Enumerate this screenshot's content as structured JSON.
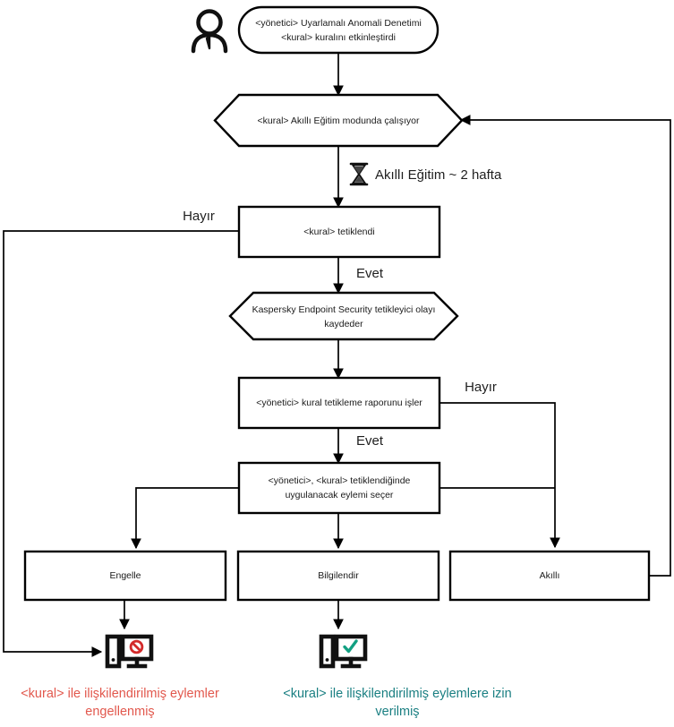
{
  "diagram": {
    "title": "Adaptive Anomaly Control rule workflow",
    "actor_icon": "person-icon",
    "nodes": [
      {
        "id": "start",
        "shape": "rounded",
        "lines": [
          "<yönetici> Uyarlamalı Anomali Denetimi",
          "<kural> kuralını etkinleştirdi"
        ]
      },
      {
        "id": "smart-mode",
        "shape": "hexagon",
        "lines": [
          "<kural> Akıllı Eğitim modunda çalışıyor"
        ]
      },
      {
        "id": "rule-trigger",
        "shape": "rect",
        "lines": [
          "<kural> tetiklendi"
        ]
      },
      {
        "id": "kes-logs",
        "shape": "hexagon",
        "lines": [
          "Kaspersky Endpoint Security tetikleyici olayı",
          "kaydeder"
        ]
      },
      {
        "id": "admin-report",
        "shape": "rect",
        "lines": [
          "<yönetici> kural tetikleme raporunu işler"
        ]
      },
      {
        "id": "admin-action",
        "shape": "rect",
        "lines": [
          "<yönetici>, <kural> tetiklendiğinde",
          "uygulanacak eylemi seçer"
        ]
      },
      {
        "id": "block",
        "shape": "rect",
        "lines": [
          "Engelle"
        ]
      },
      {
        "id": "inform",
        "shape": "rect",
        "lines": [
          "Bilgilendir"
        ]
      },
      {
        "id": "smart",
        "shape": "rect",
        "lines": [
          "Akıllı"
        ]
      }
    ],
    "timer": {
      "icon": "hourglass-icon",
      "label": "Akıllı Eğitim ~ 2 hafta"
    },
    "edge_labels": {
      "trigger_no": "Hayır",
      "trigger_yes": "Evet",
      "report_no": "Hayır",
      "report_yes": "Evet"
    },
    "outcome_icons": [
      {
        "id": "blocked-computer",
        "icon": "computer-blocked-icon",
        "badge": "prohibition-sign",
        "badge_color": "#d32b2b"
      },
      {
        "id": "allowed-computer",
        "icon": "computer-allowed-icon",
        "badge": "check-mark",
        "badge_color": "#12a082"
      }
    ],
    "captions": [
      {
        "id": "blocked-caption",
        "color": "#e2584d",
        "lines": [
          "<kural> ile ilişkilendirilmiş eylemler",
          "engellenmiş"
        ]
      },
      {
        "id": "allowed-caption",
        "color": "#1a7f82",
        "lines": [
          "<kural> ile ilişkilendirilmiş eylemlere izin",
          "verilmiş"
        ]
      }
    ]
  }
}
